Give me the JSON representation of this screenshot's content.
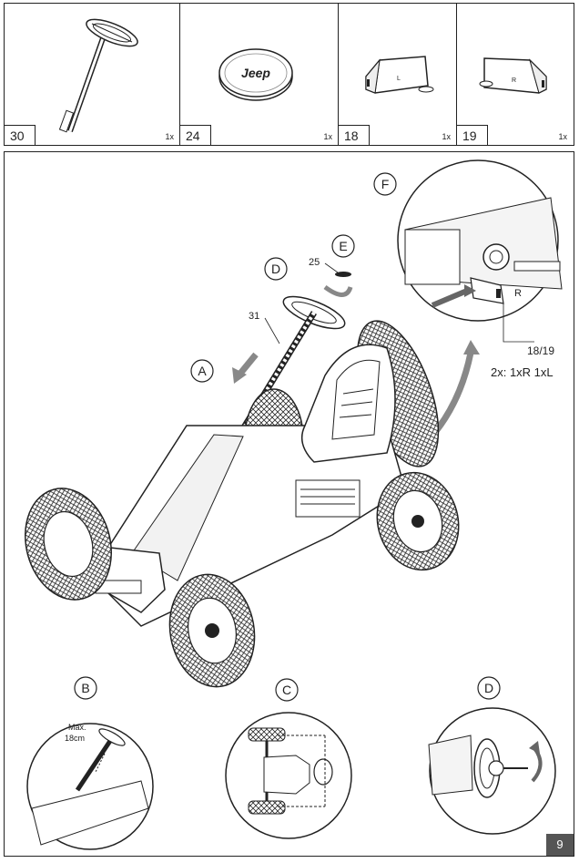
{
  "parts": [
    {
      "number": "30",
      "qty": "1x",
      "name": "steering-column"
    },
    {
      "number": "24",
      "qty": "1x",
      "name": "jeep-cap",
      "logo": "Jeep"
    },
    {
      "number": "18",
      "qty": "1x",
      "name": "bracket-left",
      "mark": "L"
    },
    {
      "number": "19",
      "qty": "1x",
      "name": "bracket-right",
      "mark": "R"
    }
  ],
  "main": {
    "callouts": {
      "A": "A",
      "B": "B",
      "C": "C",
      "D": "D",
      "E": "E",
      "F": "F"
    },
    "part_refs": {
      "p31": "31",
      "p25": "25",
      "p1819": "18/19",
      "r": "R"
    },
    "note": "2x: 1xR 1xL",
    "detail_b_text": {
      "line1": "Max.",
      "line2": "18cm"
    }
  },
  "page_number": "9"
}
